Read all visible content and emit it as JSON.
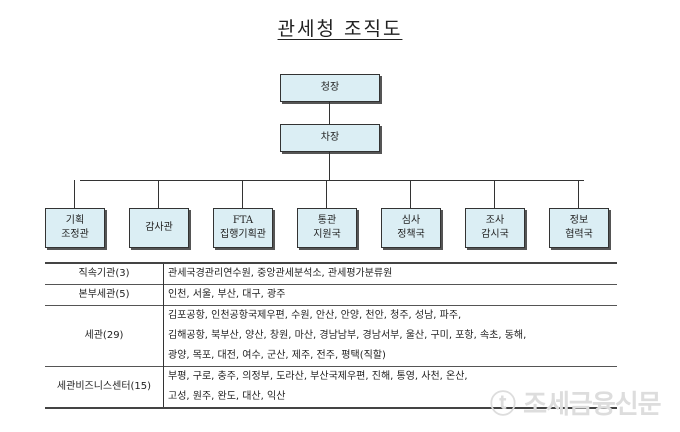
{
  "title": "관세청 조직도",
  "head": "청장",
  "deputy": "차장",
  "units": [
    {
      "l1": "기획",
      "l2": "조정관"
    },
    {
      "l1": "감사관",
      "l2": ""
    },
    {
      "l1": "FTA",
      "l2": "집행기획관"
    },
    {
      "l1": "통관",
      "l2": "지원국"
    },
    {
      "l1": "심사",
      "l2": "정책국"
    },
    {
      "l1": "조사",
      "l2": "감시국"
    },
    {
      "l1": "정보",
      "l2": "협력국"
    }
  ],
  "table": [
    {
      "k": "직속기관(3)",
      "v": [
        "관세국경관리연수원, 중앙관세분석소, 관세평가분류원"
      ]
    },
    {
      "k": "본부세관(5)",
      "v": [
        "인천, 서울, 부산, 대구, 광주"
      ]
    },
    {
      "k": "세관(29)",
      "v": [
        "김포공항, 인천공항국제우편, 수원, 안산, 안양, 천안, 청주, 성남, 파주,",
        "김해공항, 북부산, 양산, 창원, 마산, 경남남부, 경남서부, 울산, 구미, 포항, 속초, 동해,",
        "광양, 목포, 대전, 여수, 군산, 제주, 전주, 평택(직할)"
      ]
    },
    {
      "k": "세관비즈니스센터(15)",
      "v": [
        "부평, 구로, 충주, 의정부, 도라산, 부산국제우편, 진해, 통영, 사천, 온산,",
        "고성, 원주, 완도, 대산, 익산"
      ]
    }
  ],
  "watermark": "조세금융신문"
}
